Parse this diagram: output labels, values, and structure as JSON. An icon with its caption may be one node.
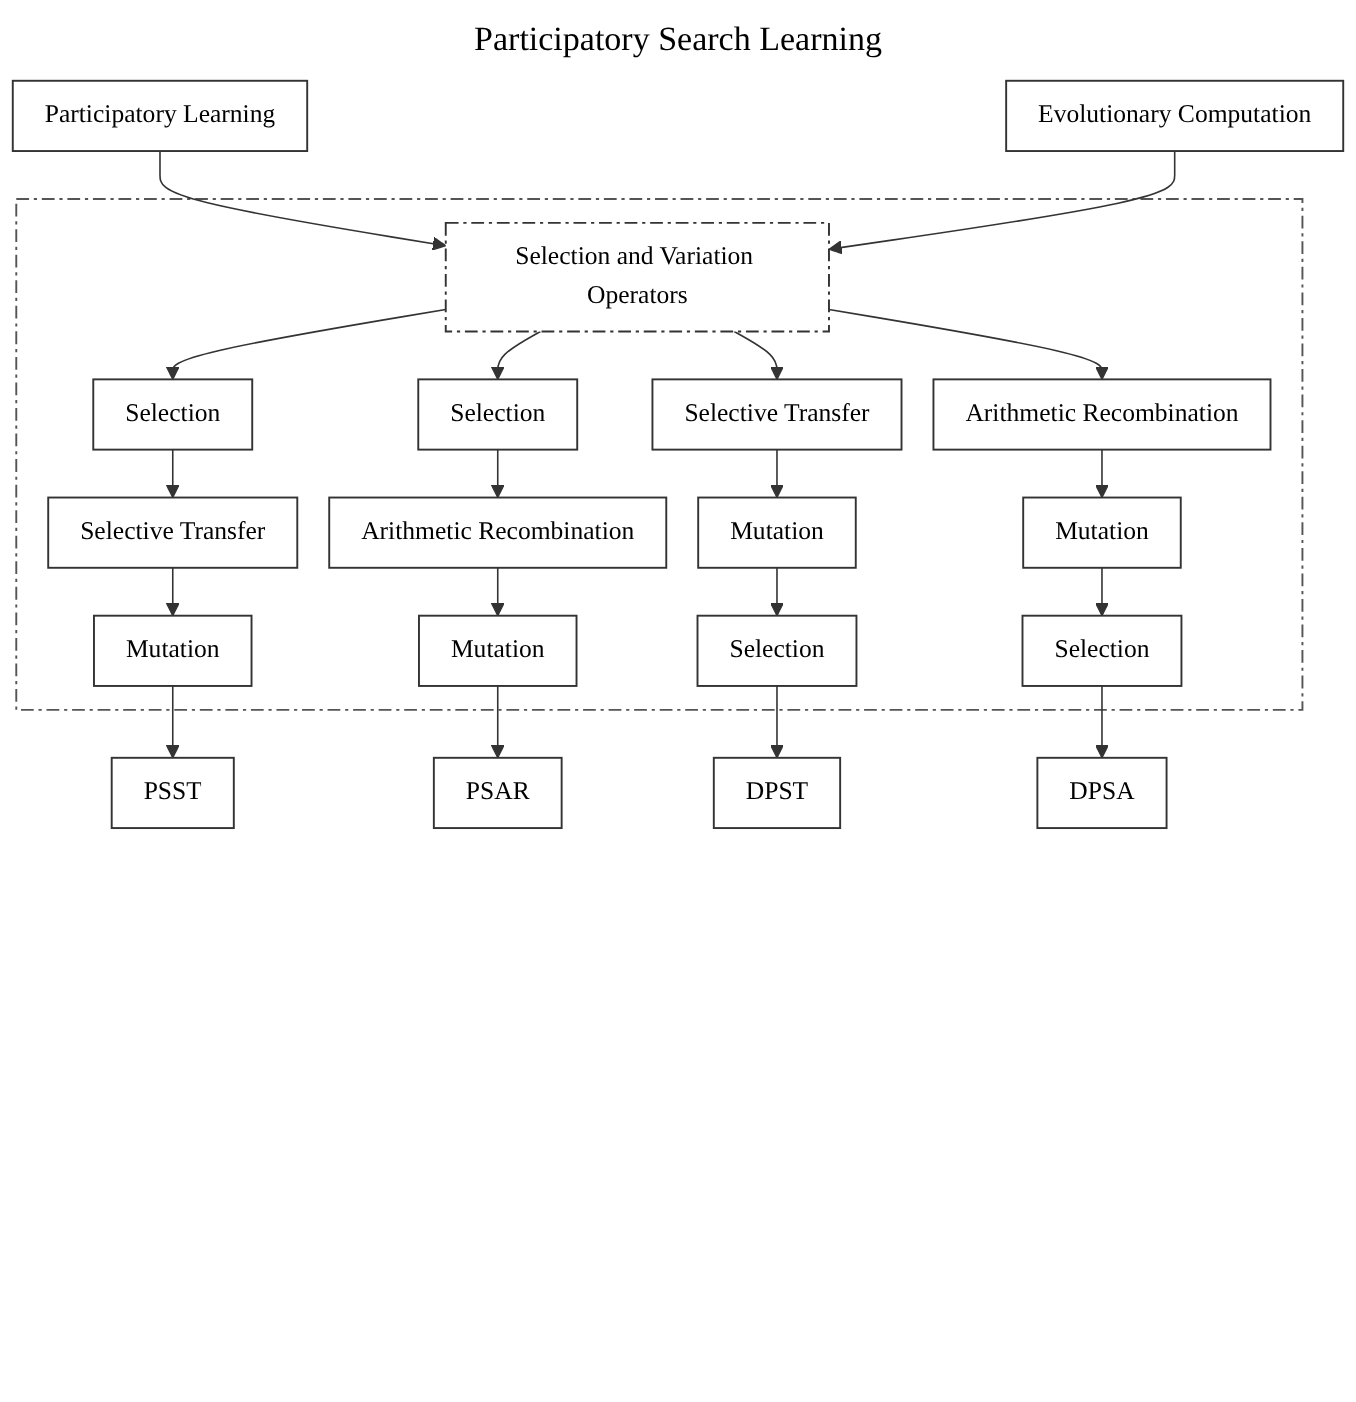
{
  "diagram": {
    "title": "Participatory Search Learning",
    "nodes": [
      {
        "text": [
          "Participatory Learning"
        ]
      },
      {
        "text": [
          "Evolutionary Computation"
        ]
      },
      {
        "text": [],
        "shape": "box"
      },
      {
        "text": [
          "Selection and Variation Operators"
        ],
        "in": 2
      },
      {
        "text": [
          "Selection"
        ],
        "in": 2
      },
      {
        "text": [
          "Selection"
        ],
        "in": 2
      },
      {
        "text": [
          "Selective Transfer"
        ],
        "in": 2
      },
      {
        "text": [
          "Arithmetic Recombination"
        ],
        "in": 2
      },
      {
        "text": [
          "Selective Transfer"
        ],
        "in": 2
      },
      {
        "text": [
          "Arithmetic Recombination"
        ],
        "in": 2
      },
      {
        "text": [
          "Mutation"
        ],
        "in": 2
      },
      {
        "text": [
          "Mutation"
        ],
        "in": 2
      },
      {
        "text": [
          "Mutation"
        ],
        "in": 2
      },
      {
        "text": [
          "Mutation"
        ],
        "in": 2
      },
      {
        "text": [
          "Selection"
        ],
        "in": 2
      },
      {
        "text": [
          "Selection"
        ],
        "in": 2
      },
      {
        "text": [
          "PSST"
        ]
      },
      {
        "text": [
          "PSAR"
        ]
      },
      {
        "text": [
          "DPST"
        ]
      },
      {
        "text": [
          "DPSA"
        ]
      }
    ],
    "edges": [
      {
        "from": 0,
        "to": 3,
        "arrow": "to"
      },
      {
        "from": 1,
        "to": 3,
        "arrow": "to"
      },
      {
        "from": 3,
        "to": 4,
        "arrow": "to"
      },
      {
        "from": 3,
        "to": 5,
        "arrow": "to"
      },
      {
        "from": 3,
        "to": 6,
        "arrow": "to"
      },
      {
        "from": 3,
        "to": 7,
        "arrow": "to"
      },
      {
        "from": 4,
        "to": 8,
        "arrow": "to"
      },
      {
        "from": 8,
        "to": 12,
        "arrow": "to"
      },
      {
        "from": 12,
        "to": 16,
        "arrow": "to"
      },
      {
        "from": 5,
        "to": 9,
        "arrow": "to"
      },
      {
        "from": 9,
        "to": 13,
        "arrow": "to"
      },
      {
        "from": 13,
        "to": 17,
        "arrow": "to"
      },
      {
        "from": 6,
        "to": 10,
        "arrow": "to"
      },
      {
        "from": 10,
        "to": 14,
        "arrow": "to"
      },
      {
        "from": 14,
        "to": 18,
        "arrow": "to"
      },
      {
        "from": 7,
        "to": 11,
        "arrow": "to"
      },
      {
        "from": 11,
        "to": 15,
        "arrow": "to"
      },
      {
        "from": 15,
        "to": 19,
        "arrow": "to"
      }
    ]
  }
}
